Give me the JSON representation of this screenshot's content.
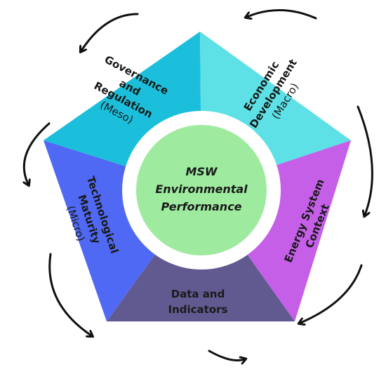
{
  "center": {
    "lines": [
      "MSW",
      "Environmental",
      "Performance"
    ],
    "color": "#9eeba0"
  },
  "segments": [
    {
      "name": "governance",
      "lines": [
        "Governance",
        "and",
        "Regulation"
      ],
      "paren": "(Meso)",
      "color": "#1cbfdb"
    },
    {
      "name": "economic",
      "lines": [
        "Economic",
        "Development"
      ],
      "paren": "(Macro)",
      "color": "#5de0e6"
    },
    {
      "name": "energy",
      "lines": [
        "Energy System",
        "Context"
      ],
      "paren": "",
      "color": "#c55fe8"
    },
    {
      "name": "data",
      "lines": [
        "Data and",
        "Indicators"
      ],
      "paren": "",
      "color": "#615a91"
    },
    {
      "name": "technological",
      "lines": [
        "Technological",
        "Maturity"
      ],
      "paren": "(Micro)",
      "color": "#5069f4"
    }
  ],
  "colors": {
    "ring": "#ffffff",
    "arrows": "#111111",
    "text": "#1a1a1a"
  }
}
